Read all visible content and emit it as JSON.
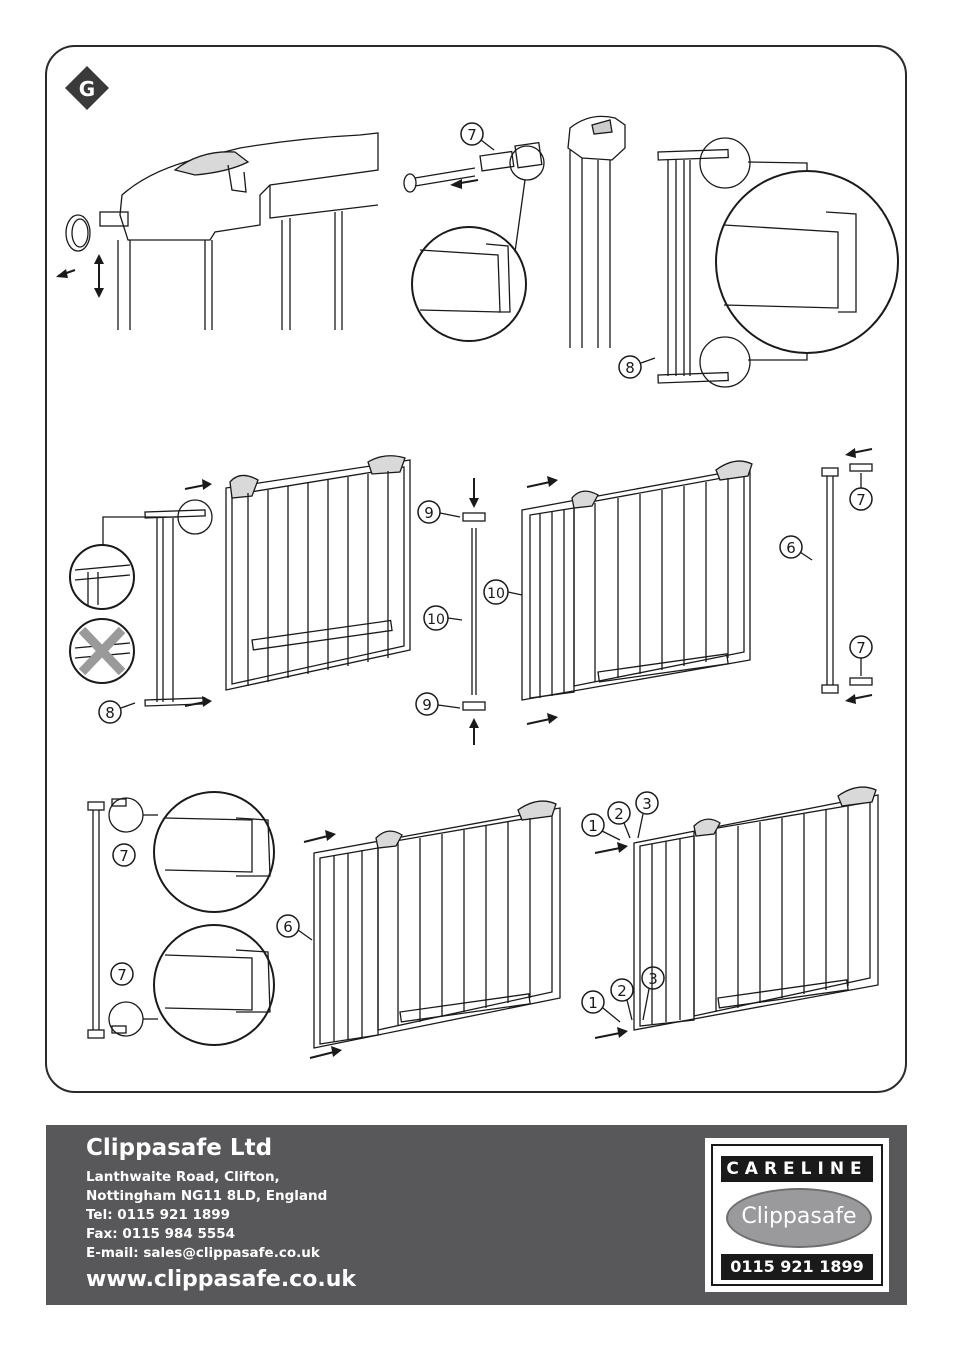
{
  "step_badge": "G",
  "callouts": {
    "c7_top": "7",
    "c8_top": "8",
    "c9_upper": "9",
    "c9_lower": "9",
    "c10_left": "10",
    "c10_right": "10",
    "c8_mid": "8",
    "c6_mid": "6",
    "c7_mid_upper": "7",
    "c7_mid_lower": "7",
    "c7_bot_upper": "7",
    "c7_bot_lower": "7",
    "c6_bot": "6",
    "c1_upper": "1",
    "c2_upper": "2",
    "c3_upper": "3",
    "c1_lower": "1",
    "c2_lower": "2",
    "c3_lower": "3"
  },
  "footer": {
    "company": "Clippasafe Ltd",
    "address_line1": "Lanthwaite Road, Clifton,",
    "address_line2": "Nottingham NG11 8LD, England",
    "tel": "Tel:  0115 921 1899",
    "fax": "Fax: 0115 984 5554",
    "email": "E-mail: sales@clippasafe.co.uk",
    "website": "www.clippasafe.co.uk"
  },
  "careline": {
    "title": "CARELINE",
    "logo": "Clippasafe",
    "phone": "0115 921 1899"
  },
  "colors": {
    "footer_bg": "#58585a",
    "ink": "#1a1a1a",
    "logo_oval": "#9a9a9c"
  }
}
